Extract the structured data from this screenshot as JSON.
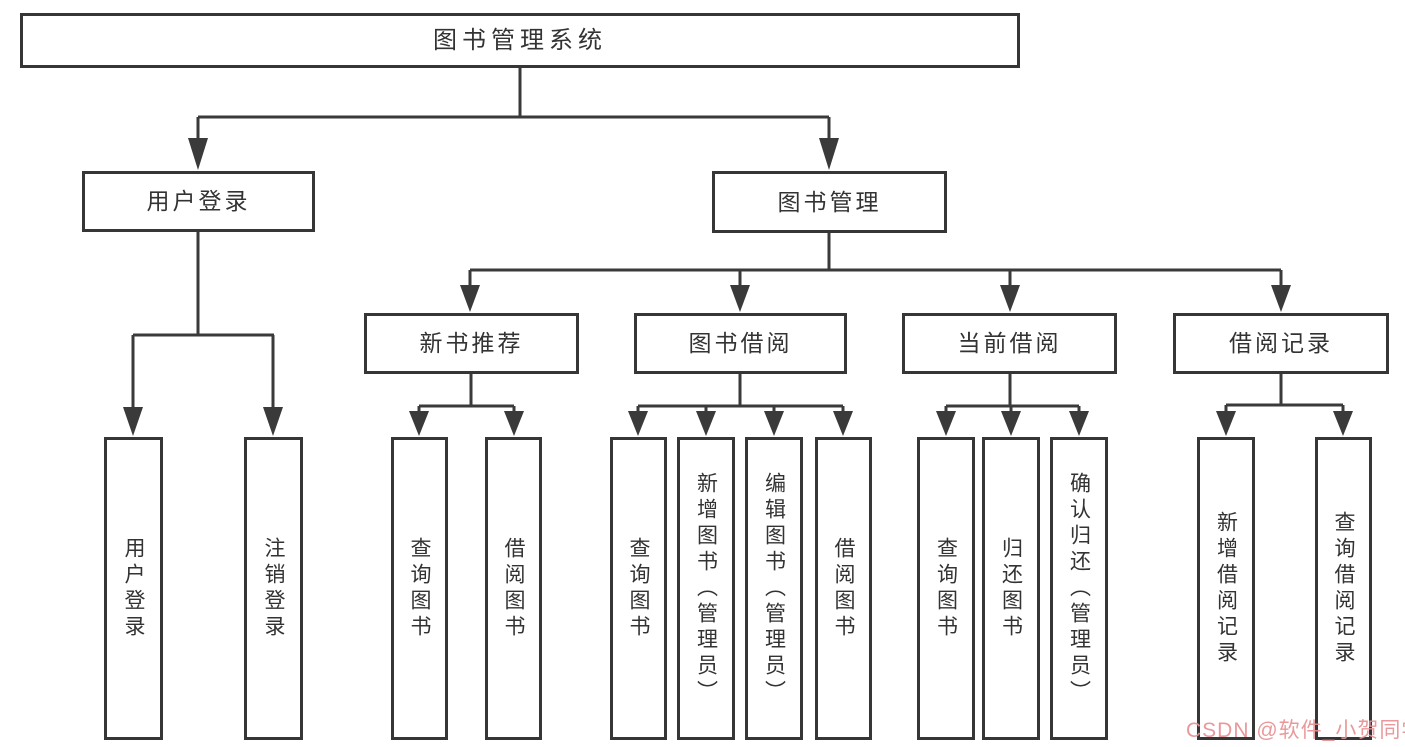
{
  "tree": {
    "root": "图书管理系统",
    "branches": [
      {
        "label": "用户登录",
        "leaves": [
          "用户登录",
          "注销登录"
        ]
      },
      {
        "label": "图书管理",
        "groups": [
          {
            "label": "新书推荐",
            "leaves": [
              "查询图书",
              "借阅图书"
            ]
          },
          {
            "label": "图书借阅",
            "leaves": [
              "查询图书",
              "新增图书（管理员）",
              "编辑图书（管理员）",
              "借阅图书"
            ]
          },
          {
            "label": "当前借阅",
            "leaves": [
              "查询图书",
              "归还图书",
              "确认归还（管理员）"
            ]
          },
          {
            "label": "借阅记录",
            "leaves": [
              "新增借阅记录",
              "查询借阅记录"
            ]
          }
        ]
      }
    ]
  },
  "watermark": {
    "text": "CSDN @软件_小贺同学"
  },
  "colors": {
    "line": "#3a3a3a",
    "box_border": "#363636",
    "text": "#333333",
    "watermark": "#e89193",
    "background": "#ffffff"
  }
}
